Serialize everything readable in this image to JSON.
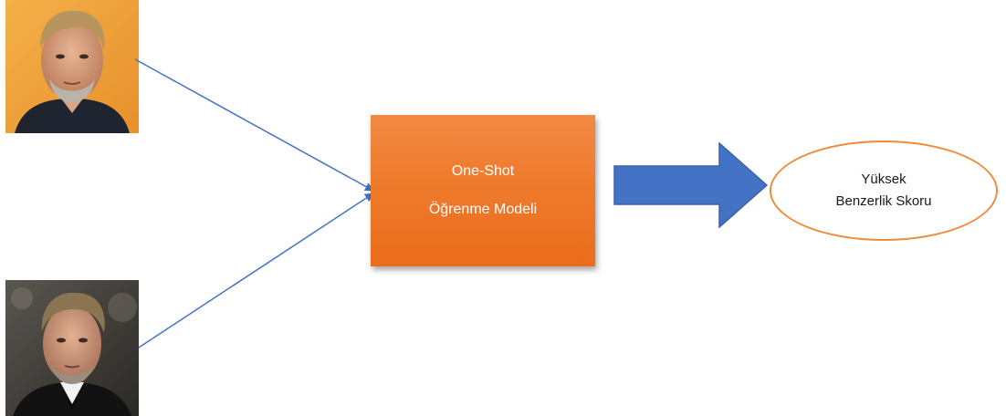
{
  "diagram": {
    "model_box": {
      "line1": "One-Shot",
      "line2": "Öğrenme Modeli",
      "fill_color": "#ef7a2c",
      "text_color": "#ffffff"
    },
    "result": {
      "line1": "Yüksek",
      "line2": "Benzerlik Skoru",
      "border_color": "#f08a3c"
    },
    "connector_color": "#4472c4",
    "block_arrow_color": "#4472c4",
    "inputs": [
      {
        "image": "face-photo-orange-background"
      },
      {
        "image": "face-photo-dark-background"
      }
    ]
  }
}
